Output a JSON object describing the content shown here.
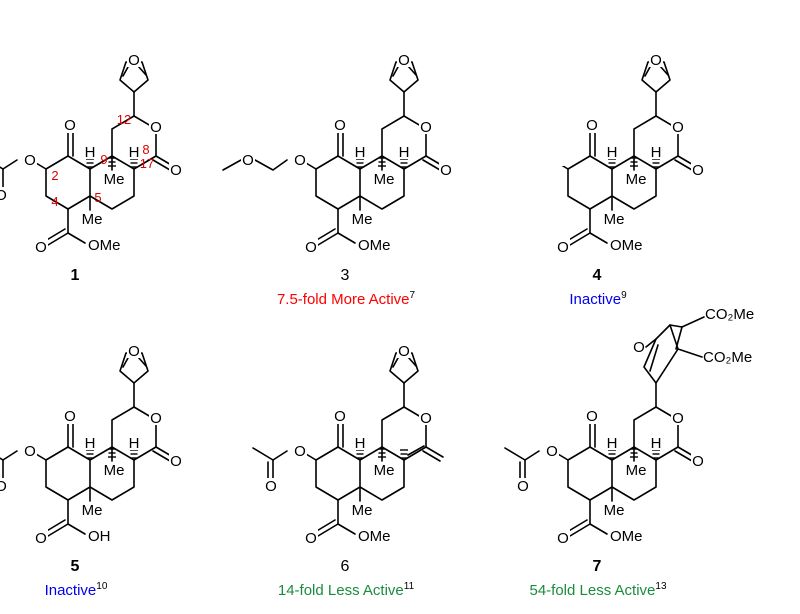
{
  "atoms": {
    "O": "O",
    "H": "H",
    "Me": "Me",
    "OMe": "OMe",
    "OH": "OH",
    "CO2Me": "CO₂Me"
  },
  "carbon_labels": [
    "2",
    "4",
    "5",
    "9",
    "12",
    "8",
    "17"
  ],
  "compounds": [
    {
      "number": "1",
      "bold": true,
      "caption": "",
      "ref": "",
      "color": "#000000"
    },
    {
      "number": "3",
      "bold": false,
      "caption": "7.5-fold More Active",
      "ref": "7",
      "color": "#ff0000"
    },
    {
      "number": "4",
      "bold": true,
      "caption": "Inactive",
      "ref": "9",
      "color": "#0000ee"
    },
    {
      "number": "5",
      "bold": true,
      "caption": "Inactive",
      "ref": "10",
      "color": "#0000ee"
    },
    {
      "number": "6",
      "bold": false,
      "caption": "14-fold Less Active",
      "ref": "11",
      "color": "#1a8c3c"
    },
    {
      "number": "7",
      "bold": true,
      "caption": "54-fold Less Active",
      "ref": "13",
      "color": "#1a8c3c"
    }
  ]
}
